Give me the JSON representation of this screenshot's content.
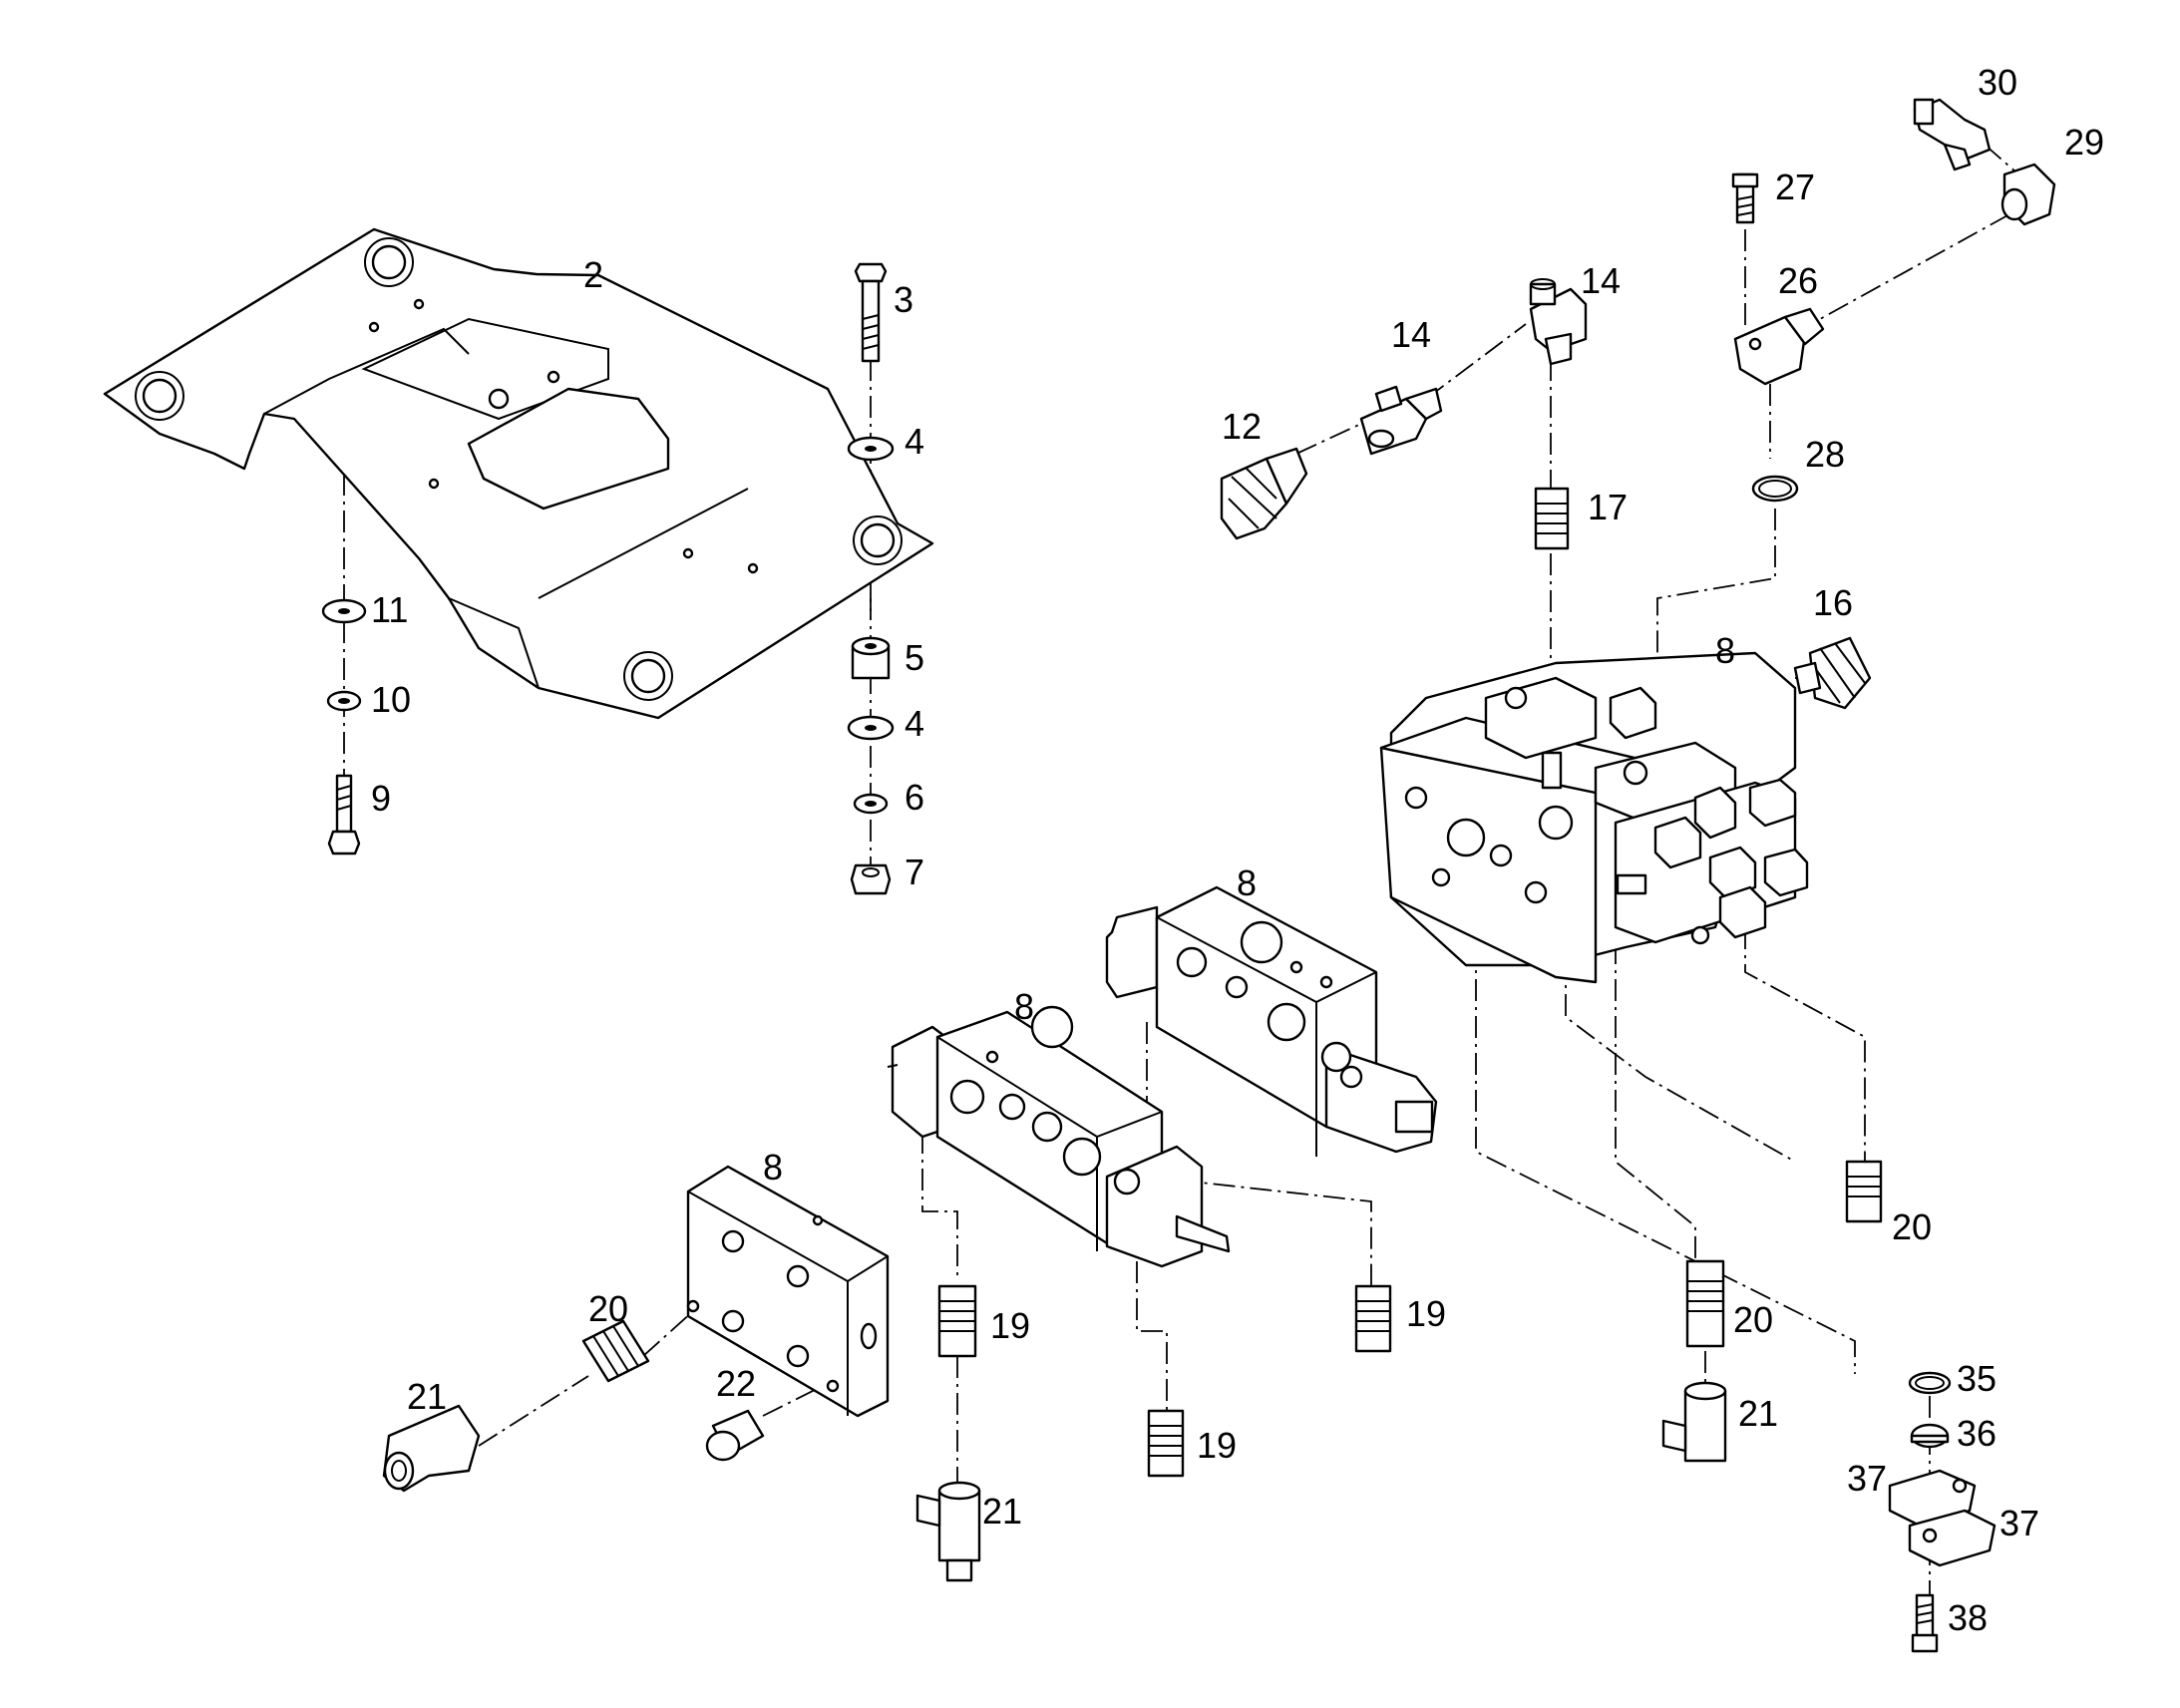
{
  "callouts": {
    "c2": "2",
    "c3": "3",
    "c4a": "4",
    "c4b": "4",
    "c5": "5",
    "c6": "6",
    "c7": "7",
    "c8_main": "8",
    "c8_mid": "8",
    "c8_small": "8",
    "c8_plate": "8",
    "c9": "9",
    "c10": "10",
    "c11": "11",
    "c12": "12",
    "c14a": "14",
    "c14b": "14",
    "c16": "16",
    "c17": "17",
    "c19a": "19",
    "c19b": "19",
    "c19c": "19",
    "c20a": "20",
    "c20b": "20",
    "c20c": "20",
    "c21a": "21",
    "c21b": "21",
    "c21c": "21",
    "c22": "22",
    "c26": "26",
    "c27": "27",
    "c28": "28",
    "c29": "29",
    "c30": "30",
    "c35": "35",
    "c36": "36",
    "c37a": "37",
    "c37b": "37",
    "c38": "38"
  }
}
